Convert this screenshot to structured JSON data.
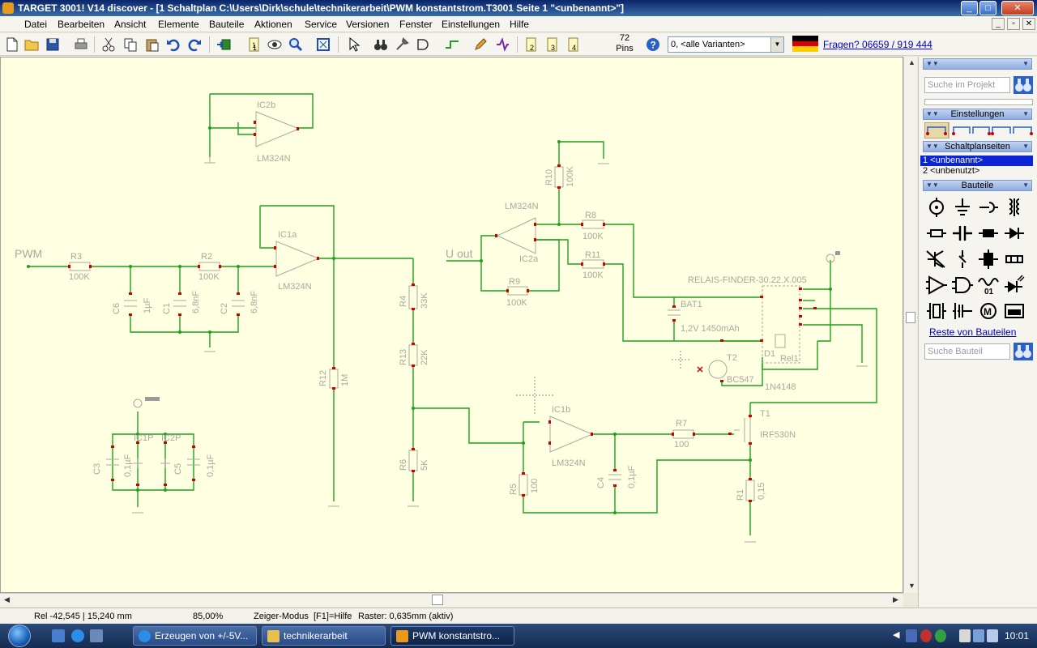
{
  "window": {
    "title": "TARGET 3001! V14 discover - [1 Schaltplan C:\\Users\\Dirk\\schule\\technikerarbeit\\PWM konstantstrom.T3001 Seite 1 \"<unbenannt>\"]",
    "controls": {
      "minimize": "_",
      "maximize": "□",
      "close": "✕"
    }
  },
  "menu": {
    "items": [
      "Datei",
      "Bearbeiten",
      "Ansicht",
      "Elemente",
      "Bauteile",
      "Aktionen",
      "Service",
      "Versionen",
      "Fenster",
      "Einstellungen",
      "Hilfe"
    ],
    "mdi_controls": [
      "_",
      "▫",
      "✕"
    ]
  },
  "toolbar": {
    "pins_count": "72",
    "pins_label": "Pins",
    "variant_value": "0, <alle Varianten>",
    "support_link": "Fragen? 06659 / 919 444",
    "layer_buttons": [
      "1",
      "2",
      "3",
      "4"
    ]
  },
  "schematic": {
    "labels": {
      "pwm": "PWM",
      "u_out": "U out",
      "ic2b": "IC2b",
      "ic2b_type": "LM324N",
      "ic1a": "IC1a",
      "ic1a_type": "LM324N",
      "ic2a_type_top": "LM324N",
      "ic2a": "IC2a",
      "ic1b": "IC1b",
      "ic1b_type": "LM324N",
      "r3": "R3",
      "r3_val": "100K",
      "r2": "R2",
      "r2_val": "100K",
      "c6": "C6",
      "c6_val": "1µF",
      "c1": "C1",
      "c1_val": "6,8nF",
      "c2": "C2",
      "c2_val": "6,8nF",
      "r12": "R12",
      "r12_val": "1M",
      "r4": "R4",
      "r4_val": "33K",
      "r13": "R13",
      "r13_val": "22K",
      "r6": "R6",
      "r6_val": "5K",
      "r10": "R10",
      "r10_val": "100K",
      "r8": "R8",
      "r8_val": "100K",
      "r11": "R11",
      "r11_val": "100K",
      "r9": "R9",
      "r9_val": "100K",
      "relais": "RELAIS-FINDER-30.22.X.005",
      "bat1": "BAT1",
      "bat1_val": "1,2V 1450mAh",
      "t2": "T2",
      "t2_val": "BC547",
      "d1": "D1",
      "rel1": "Rel1",
      "d1_val": "1N4148",
      "t1": "T1",
      "t1_val": "IRF530N",
      "r7": "R7",
      "r7_val": "100",
      "c4": "C4",
      "c4_val": "0,1µF",
      "r5": "R5",
      "r5_val": "100",
      "r1": "R1",
      "r1_val": "0,15",
      "ic1p": "IC1P",
      "ic2p": "IC2P",
      "c3": "C3",
      "c3_val": "0,1µF",
      "c5": "C5",
      "c5_val": "0,1µF"
    }
  },
  "panel": {
    "search_project_placeholder": "Suche im Projekt",
    "section_settings": "Einstellungen",
    "section_sheets": "Schaltplanseiten",
    "sheets": [
      "1 <unbenannt>",
      "2 <unbenutzt>"
    ],
    "section_parts": "Bauteile",
    "rest_link": "Reste von Bauteilen",
    "search_part_placeholder": "Suche Bauteil",
    "part_icons": [
      "power-supply-icon",
      "ground-icon",
      "connector-icon",
      "transformer-icon",
      "resistor-icon",
      "capacitor-icon",
      "fuse-icon",
      "diode-icon",
      "transistor-icon",
      "switch-icon",
      "mosfet-icon",
      "lamp-icon",
      "opamp-icon",
      "and-gate-icon",
      "signal-icon",
      "led-icon",
      "crystal-icon",
      "relay-icon",
      "motor-icon",
      "display-icon"
    ]
  },
  "status": {
    "coords": "Rel -42,545 | 15,240 mm",
    "zoom": "85,00%",
    "mode": "Zeiger-Modus",
    "help": "[F1]=Hilfe",
    "grid": "Raster: 0,635mm (aktiv)"
  },
  "taskbar": {
    "tasks": [
      "Erzeugen von +/-5V...",
      "technikerarbeit",
      "PWM konstantstro..."
    ],
    "clock": "10:01"
  },
  "colors": {
    "wire": "#1ca21c",
    "pin": "#d00000",
    "canvas": "#ffffe1",
    "symbol": "#a8a8a0"
  }
}
